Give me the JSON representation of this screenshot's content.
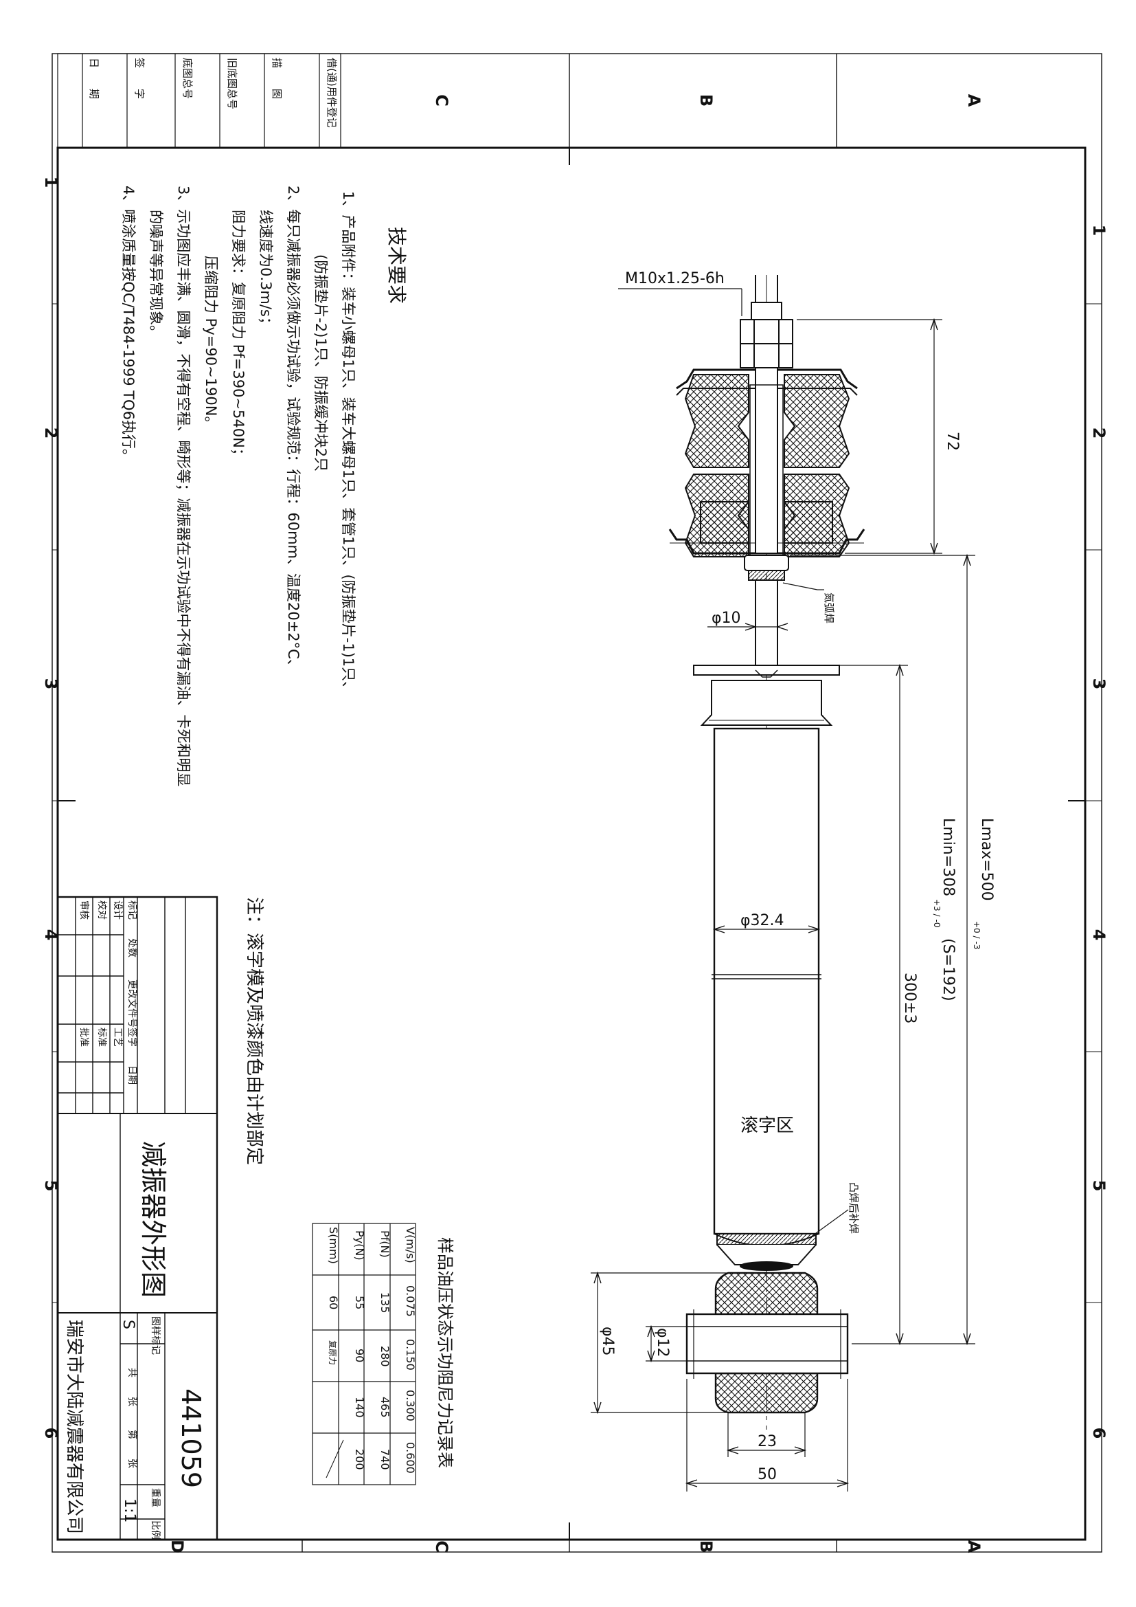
{
  "zones": {
    "letters": [
      "A",
      "B",
      "C",
      "D"
    ],
    "numbers": [
      "1",
      "2",
      "3",
      "4",
      "5",
      "6"
    ]
  },
  "left_strip": {
    "title": "借(通)用件登记",
    "rows": [
      "描　　图",
      "旧底图总号",
      "底图总号",
      "签　　字",
      "日　　期"
    ]
  },
  "tech_req": {
    "title": "技术要求",
    "lines": [
      "1、产品附件：装车小螺母1只、装车大螺母1只、套管1只、(防振垫片-1)1只、",
      "(防振垫片-2)1只、防振缓冲块2只",
      "2、每只减振器必须做示功试验，试验规范：行程：60mm、温度20±2°C、",
      "线速度为0.3m/s；",
      "阻力要求：复原阻力 Pf=390~540N；",
      "压缩阻力 Py=90~190N。",
      "3、示功图应丰满、圆滑，不得有空程、畸形等；减振器在示功试验中不得有漏油、卡死和明显",
      "的噪声等异常现象。",
      "4、喷涂质量按QC/T484-1999 TQ6执行。"
    ]
  },
  "note": "注：滚字模及喷漆颜色由计划部定",
  "dims": {
    "thread": "M10x1.25-6h",
    "top_height": "72",
    "rod_dia": "φ10",
    "lmax": "Lmax=500",
    "lmax_tol": "+0 / -3",
    "lmin": "Lmin=308",
    "lmin_tol": "+3 / -0",
    "stroke": "(S=192)",
    "mid": "300±3",
    "body_dia": "φ32.4",
    "roll_zone": "滚字区",
    "eye_outer": "φ45",
    "eye_inner": "φ12",
    "bush_w": "23",
    "eye_w": "50",
    "callout_1": "氮弧焊",
    "callout_2": "凸焊后补焊"
  },
  "record_table": {
    "title": "样品油压状态示功阻尼力记录表",
    "header": [
      "V(m/s)",
      "Pf(N)",
      "Py(N)",
      "S(mm)"
    ],
    "cols": [
      [
        "0.075",
        "135",
        "55",
        "60"
      ],
      [
        "0.150",
        "280",
        "90",
        "复原力"
      ],
      [
        "0.300",
        "465",
        "140",
        ""
      ],
      [
        "0.600",
        "740",
        "200",
        ""
      ]
    ]
  },
  "title_block": {
    "drawing_no": "441059",
    "title": "减振器外形图",
    "company": "瑞安市大陆减震器有限公司",
    "scale_label": "比例",
    "scale": "1:1",
    "weight_label": "重量",
    "stage_label": "图样标记",
    "stage": "S",
    "sheet_total": "共　　张",
    "sheet_no": "第　　张",
    "sign_headers": [
      "标记",
      "处数",
      "更改文件号",
      "签字",
      "日期"
    ],
    "roles": [
      "设计",
      "校对",
      "审核"
    ],
    "roles2": [
      "工艺",
      "标准",
      "批准"
    ]
  }
}
